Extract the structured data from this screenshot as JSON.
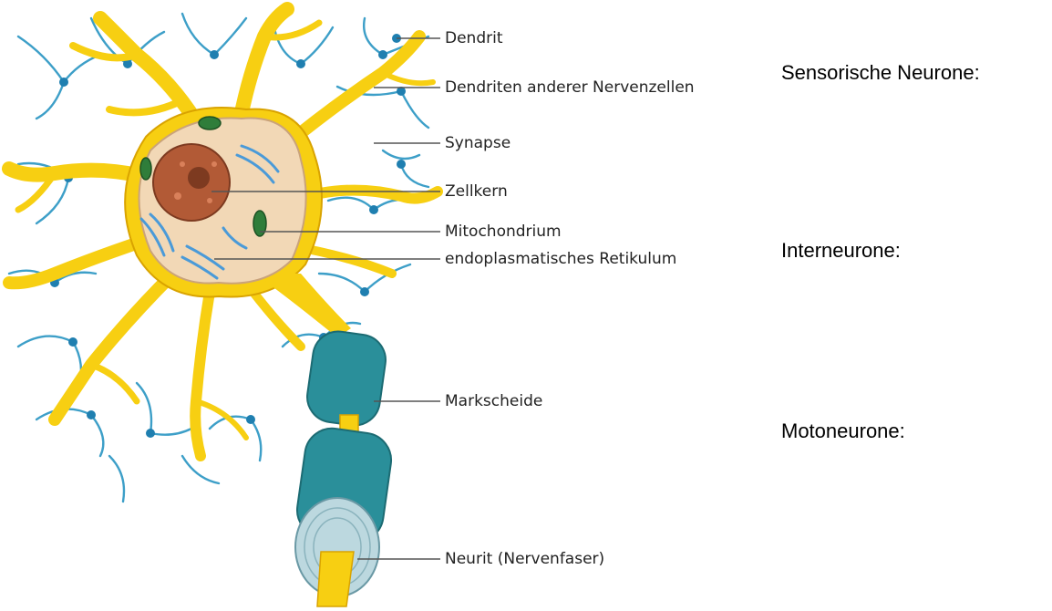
{
  "colors": {
    "dendrite": "#f7cf12",
    "dendrite_edge": "#d9a300",
    "foreign_dendrite": "#3d9fc8",
    "cytoplasm": "#f2d8b6",
    "nucleus": "#b25a36",
    "myelin": "#2a8f9a",
    "mitochondrion": "#2f7d3a",
    "er": "#4a9ad8",
    "leader": "#555555"
  },
  "labels": {
    "dendrit": "Dendrit",
    "dendriten_anderer": "Dendriten anderer Nervenzellen",
    "synapse": "Synapse",
    "zellkern": "Zellkern",
    "mitochondrium": "Mitochondrium",
    "er": "endoplasmatisches Retikulum",
    "markscheide": "Markscheide",
    "neurit": "Neurit (Nervenfaser)"
  },
  "categories": {
    "sensory": "Sensorische Neurone:",
    "inter": "Interneurone:",
    "moto": "Motoneurone:"
  }
}
